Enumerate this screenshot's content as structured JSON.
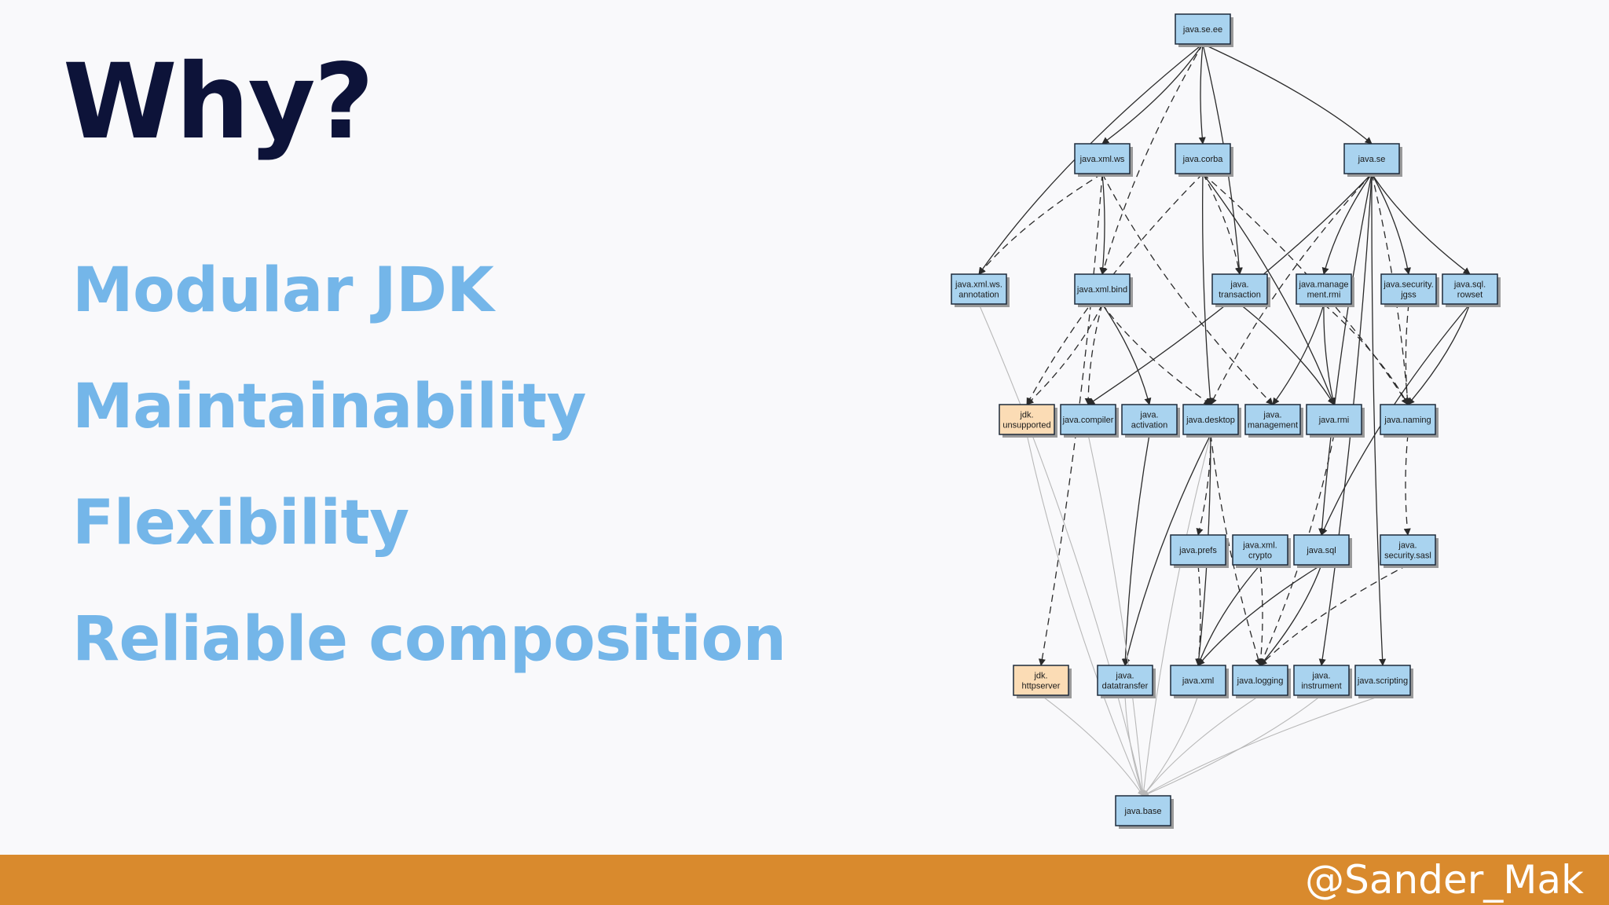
{
  "slide": {
    "title": "Why?",
    "bullets": [
      "Modular JDK",
      "Maintainability",
      "Flexibility",
      "Reliable composition"
    ],
    "handle": "@Sander_Mak"
  },
  "colors": {
    "title": "#0d1339",
    "bullets": "#74b6e9",
    "footer": "#d98a2d",
    "node_blue": "#a9d3ef",
    "node_orange": "#fbdcb5"
  },
  "diagram": {
    "nodes": [
      {
        "id": "java.se.ee",
        "lines": [
          "java.se.ee"
        ],
        "color": "blue"
      },
      {
        "id": "java.xml.ws",
        "lines": [
          "java.xml.ws"
        ],
        "color": "blue"
      },
      {
        "id": "java.corba",
        "lines": [
          "java.corba"
        ],
        "color": "blue"
      },
      {
        "id": "java.se",
        "lines": [
          "java.se"
        ],
        "color": "blue"
      },
      {
        "id": "java.xml.ws.annotation",
        "lines": [
          "java.xml.ws.",
          "annotation"
        ],
        "color": "blue"
      },
      {
        "id": "java.xml.bind",
        "lines": [
          "java.xml.bind"
        ],
        "color": "blue"
      },
      {
        "id": "java.transaction",
        "lines": [
          "java.",
          "transaction"
        ],
        "color": "blue"
      },
      {
        "id": "java.management.rmi",
        "lines": [
          "java.manage",
          "ment.rmi"
        ],
        "color": "blue"
      },
      {
        "id": "java.security.jgss",
        "lines": [
          "java.security.",
          "jgss"
        ],
        "color": "blue"
      },
      {
        "id": "java.sql.rowset",
        "lines": [
          "java.sql.",
          "rowset"
        ],
        "color": "blue"
      },
      {
        "id": "jdk.unsupported",
        "lines": [
          "jdk.",
          "unsupported"
        ],
        "color": "orange"
      },
      {
        "id": "java.compiler",
        "lines": [
          "java.compiler"
        ],
        "color": "blue"
      },
      {
        "id": "java.activation",
        "lines": [
          "java.",
          "activation"
        ],
        "color": "blue"
      },
      {
        "id": "java.desktop",
        "lines": [
          "java.desktop"
        ],
        "color": "blue"
      },
      {
        "id": "java.management",
        "lines": [
          "java.",
          "management"
        ],
        "color": "blue"
      },
      {
        "id": "java.rmi",
        "lines": [
          "java.rmi"
        ],
        "color": "blue"
      },
      {
        "id": "java.naming",
        "lines": [
          "java.naming"
        ],
        "color": "blue"
      },
      {
        "id": "java.prefs",
        "lines": [
          "java.prefs"
        ],
        "color": "blue"
      },
      {
        "id": "java.xml.crypto",
        "lines": [
          "java.xml.",
          "crypto"
        ],
        "color": "blue"
      },
      {
        "id": "java.sql",
        "lines": [
          "java.sql"
        ],
        "color": "blue"
      },
      {
        "id": "java.security.sasl",
        "lines": [
          "java.",
          "security.sasl"
        ],
        "color": "blue"
      },
      {
        "id": "jdk.httpserver",
        "lines": [
          "jdk.",
          "httpserver"
        ],
        "color": "orange"
      },
      {
        "id": "java.datatransfer",
        "lines": [
          "java.",
          "datatransfer"
        ],
        "color": "blue"
      },
      {
        "id": "java.xml",
        "lines": [
          "java.xml"
        ],
        "color": "blue"
      },
      {
        "id": "java.logging",
        "lines": [
          "java.logging"
        ],
        "color": "blue"
      },
      {
        "id": "java.instrument",
        "lines": [
          "java.",
          "instrument"
        ],
        "color": "blue"
      },
      {
        "id": "java.scripting",
        "lines": [
          "java.scripting"
        ],
        "color": "blue"
      },
      {
        "id": "java.base",
        "lines": [
          "java.base"
        ],
        "color": "blue"
      }
    ],
    "edges": [
      {
        "from": "java.se.ee",
        "to": "java.xml.ws",
        "style": "solid"
      },
      {
        "from": "java.se.ee",
        "to": "java.corba",
        "style": "solid"
      },
      {
        "from": "java.se.ee",
        "to": "java.se",
        "style": "solid"
      },
      {
        "from": "java.se.ee",
        "to": "java.xml.ws.annotation",
        "style": "solid"
      },
      {
        "from": "java.se.ee",
        "to": "java.transaction",
        "style": "solid"
      },
      {
        "from": "java.se.ee",
        "to": "java.xml.bind",
        "style": "dashed"
      },
      {
        "from": "java.xml.ws",
        "to": "java.xml.bind",
        "style": "solid"
      },
      {
        "from": "java.xml.ws",
        "to": "java.xml.ws.annotation",
        "style": "dashed"
      },
      {
        "from": "java.xml.ws",
        "to": "jdk.httpserver",
        "style": "dashed"
      },
      {
        "from": "java.xml.ws",
        "to": "java.management",
        "style": "dashed"
      },
      {
        "from": "java.corba",
        "to": "java.transaction",
        "style": "dashed"
      },
      {
        "from": "java.corba",
        "to": "java.desktop",
        "style": "solid"
      },
      {
        "from": "java.corba",
        "to": "java.rmi",
        "style": "solid"
      },
      {
        "from": "java.corba",
        "to": "jdk.unsupported",
        "style": "dashed"
      },
      {
        "from": "java.corba",
        "to": "java.naming",
        "style": "dashed"
      },
      {
        "from": "java.se",
        "to": "java.management.rmi",
        "style": "solid"
      },
      {
        "from": "java.se",
        "to": "java.security.jgss",
        "style": "solid"
      },
      {
        "from": "java.se",
        "to": "java.sql.rowset",
        "style": "solid"
      },
      {
        "from": "java.se",
        "to": "java.compiler",
        "style": "solid"
      },
      {
        "from": "java.se",
        "to": "java.sql",
        "style": "solid"
      },
      {
        "from": "java.se",
        "to": "java.instrument",
        "style": "solid"
      },
      {
        "from": "java.se",
        "to": "java.scripting",
        "style": "solid"
      },
      {
        "from": "java.se",
        "to": "java.naming",
        "style": "dashed"
      },
      {
        "from": "java.se",
        "to": "java.desktop",
        "style": "dashed"
      },
      {
        "from": "java.xml.bind",
        "to": "jdk.unsupported",
        "style": "dashed"
      },
      {
        "from": "java.xml.bind",
        "to": "java.compiler",
        "style": "dashed"
      },
      {
        "from": "java.xml.bind",
        "to": "java.activation",
        "style": "solid"
      },
      {
        "from": "java.xml.bind",
        "to": "java.desktop",
        "style": "dashed"
      },
      {
        "from": "java.management.rmi",
        "to": "java.management",
        "style": "solid"
      },
      {
        "from": "java.management.rmi",
        "to": "java.rmi",
        "style": "solid"
      },
      {
        "from": "java.management.rmi",
        "to": "java.naming",
        "style": "dashed"
      },
      {
        "from": "java.security.jgss",
        "to": "java.naming",
        "style": "dashed"
      },
      {
        "from": "java.sql.rowset",
        "to": "java.naming",
        "style": "solid"
      },
      {
        "from": "java.sql.rowset",
        "to": "java.sql",
        "style": "solid"
      },
      {
        "from": "java.transaction",
        "to": "java.rmi",
        "style": "solid"
      },
      {
        "from": "java.activation",
        "to": "java.datatransfer",
        "style": "solid"
      },
      {
        "from": "java.desktop",
        "to": "java.prefs",
        "style": "dashed"
      },
      {
        "from": "java.desktop",
        "to": "java.datatransfer",
        "style": "solid"
      },
      {
        "from": "java.desktop",
        "to": "java.xml",
        "style": "solid"
      },
      {
        "from": "java.desktop",
        "to": "java.logging",
        "style": "dashed"
      },
      {
        "from": "java.rmi",
        "to": "java.logging",
        "style": "dashed"
      },
      {
        "from": "java.naming",
        "to": "java.security.sasl",
        "style": "dashed"
      },
      {
        "from": "java.prefs",
        "to": "java.xml",
        "style": "dashed"
      },
      {
        "from": "java.xml.crypto",
        "to": "java.xml",
        "style": "solid"
      },
      {
        "from": "java.xml.crypto",
        "to": "java.logging",
        "style": "dashed"
      },
      {
        "from": "java.sql",
        "to": "java.xml",
        "style": "solid"
      },
      {
        "from": "java.sql",
        "to": "java.logging",
        "style": "solid"
      },
      {
        "from": "java.security.sasl",
        "to": "java.logging",
        "style": "dashed"
      },
      {
        "from": "java.xml.ws.annotation",
        "to": "java.base",
        "style": "light"
      },
      {
        "from": "jdk.unsupported",
        "to": "java.base",
        "style": "light"
      },
      {
        "from": "java.compiler",
        "to": "java.base",
        "style": "light"
      },
      {
        "from": "java.desktop",
        "to": "java.base",
        "style": "light"
      },
      {
        "from": "jdk.httpserver",
        "to": "java.base",
        "style": "light"
      },
      {
        "from": "java.datatransfer",
        "to": "java.base",
        "style": "light"
      },
      {
        "from": "java.xml",
        "to": "java.base",
        "style": "light"
      },
      {
        "from": "java.logging",
        "to": "java.base",
        "style": "light"
      },
      {
        "from": "java.instrument",
        "to": "java.base",
        "style": "light"
      },
      {
        "from": "java.scripting",
        "to": "java.base",
        "style": "light"
      }
    ]
  }
}
